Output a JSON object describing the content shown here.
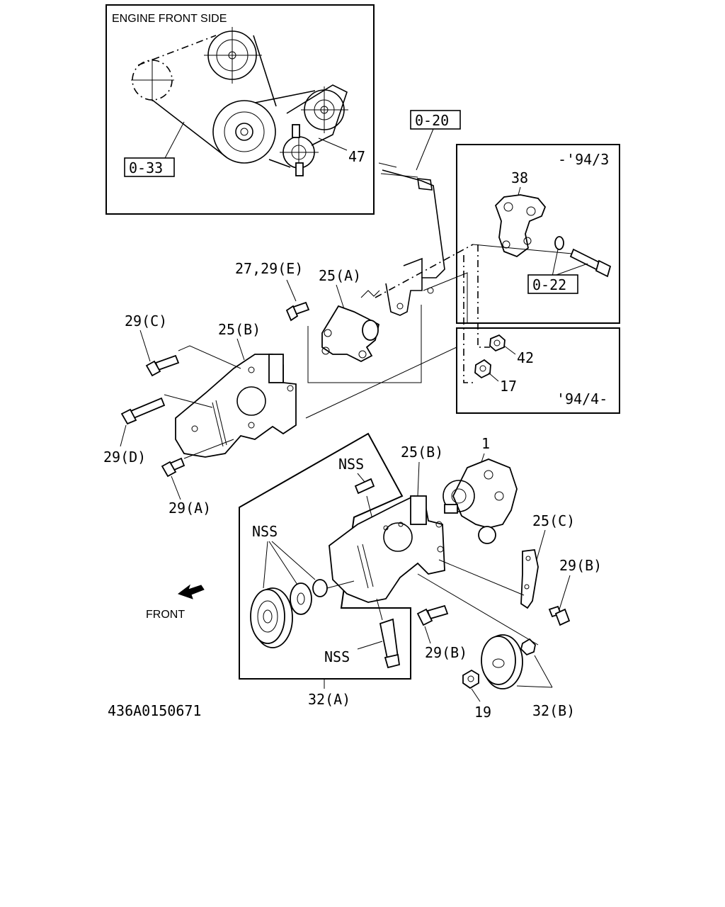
{
  "inset": {
    "title": "ENGINE FRONT SIDE",
    "ref_belt": "0-33",
    "part_tensioner": "47"
  },
  "refs": {
    "timing_cover": "0-20",
    "bracket_ref": "0-22"
  },
  "variants": {
    "early": "-'94/3",
    "late": "'94/4-"
  },
  "callouts": {
    "p38": "38",
    "p42": "42",
    "p17": "17",
    "p27_29e": "27,29(E)",
    "p25a": "25(A)",
    "p25b_upper": "25(B)",
    "p29c": "29(C)",
    "p29d": "29(D)",
    "p29a": "29(A)",
    "p1": "1",
    "p25b_lower": "25(B)",
    "nss_top": "NSS",
    "nss_left": "NSS",
    "nss_bottom": "NSS",
    "p25c": "25(C)",
    "p29b_right": "29(B)",
    "p29b_lower": "29(B)",
    "p32a": "32(A)",
    "p32b": "32(B)",
    "p19": "19"
  },
  "front_label": "FRONT",
  "drawing_number": "436A0150671"
}
